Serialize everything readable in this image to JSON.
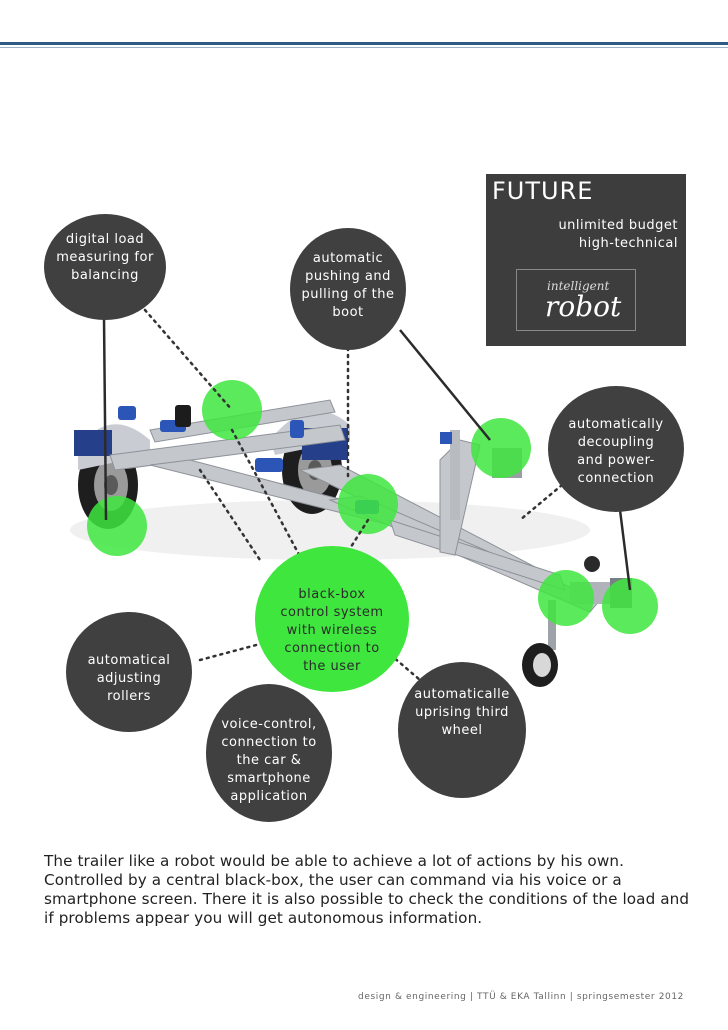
{
  "future": {
    "title": "FUTURE",
    "line1": "unlimited budget",
    "line2": "high-technical",
    "logo_small": "intelligent",
    "logo_big": "robot"
  },
  "bubbles": {
    "digital_load": "digital load measuring for balancing",
    "pushing": "automatic pushing and pulling of the boot",
    "decoupling": "automatically decoupling and power-connection",
    "blackbox": "black-box control system with wireless connection to the user",
    "rollers": "automatical adjusting rollers",
    "voice": "voice-control, connection to the car & smartphone application",
    "third_wheel": "automaticalle uprising third wheel"
  },
  "paragraph": "The trailer like a robot would be able to achieve a lot of actions by his own. Controlled by a central black-box, the user can command via his voice or a smartphone screen. There it is also possible to check the conditions of the load and if problems appear you will get autonomous information.",
  "footer": "design & engineering  |  TTÜ & EKA Tallinn  |  springsemester 2012",
  "colors": {
    "accent_line": "#2e5a86",
    "bubble_dark": "#404040",
    "bubble_green": "#3ee63e",
    "future_panel": "#3d3d3d"
  }
}
